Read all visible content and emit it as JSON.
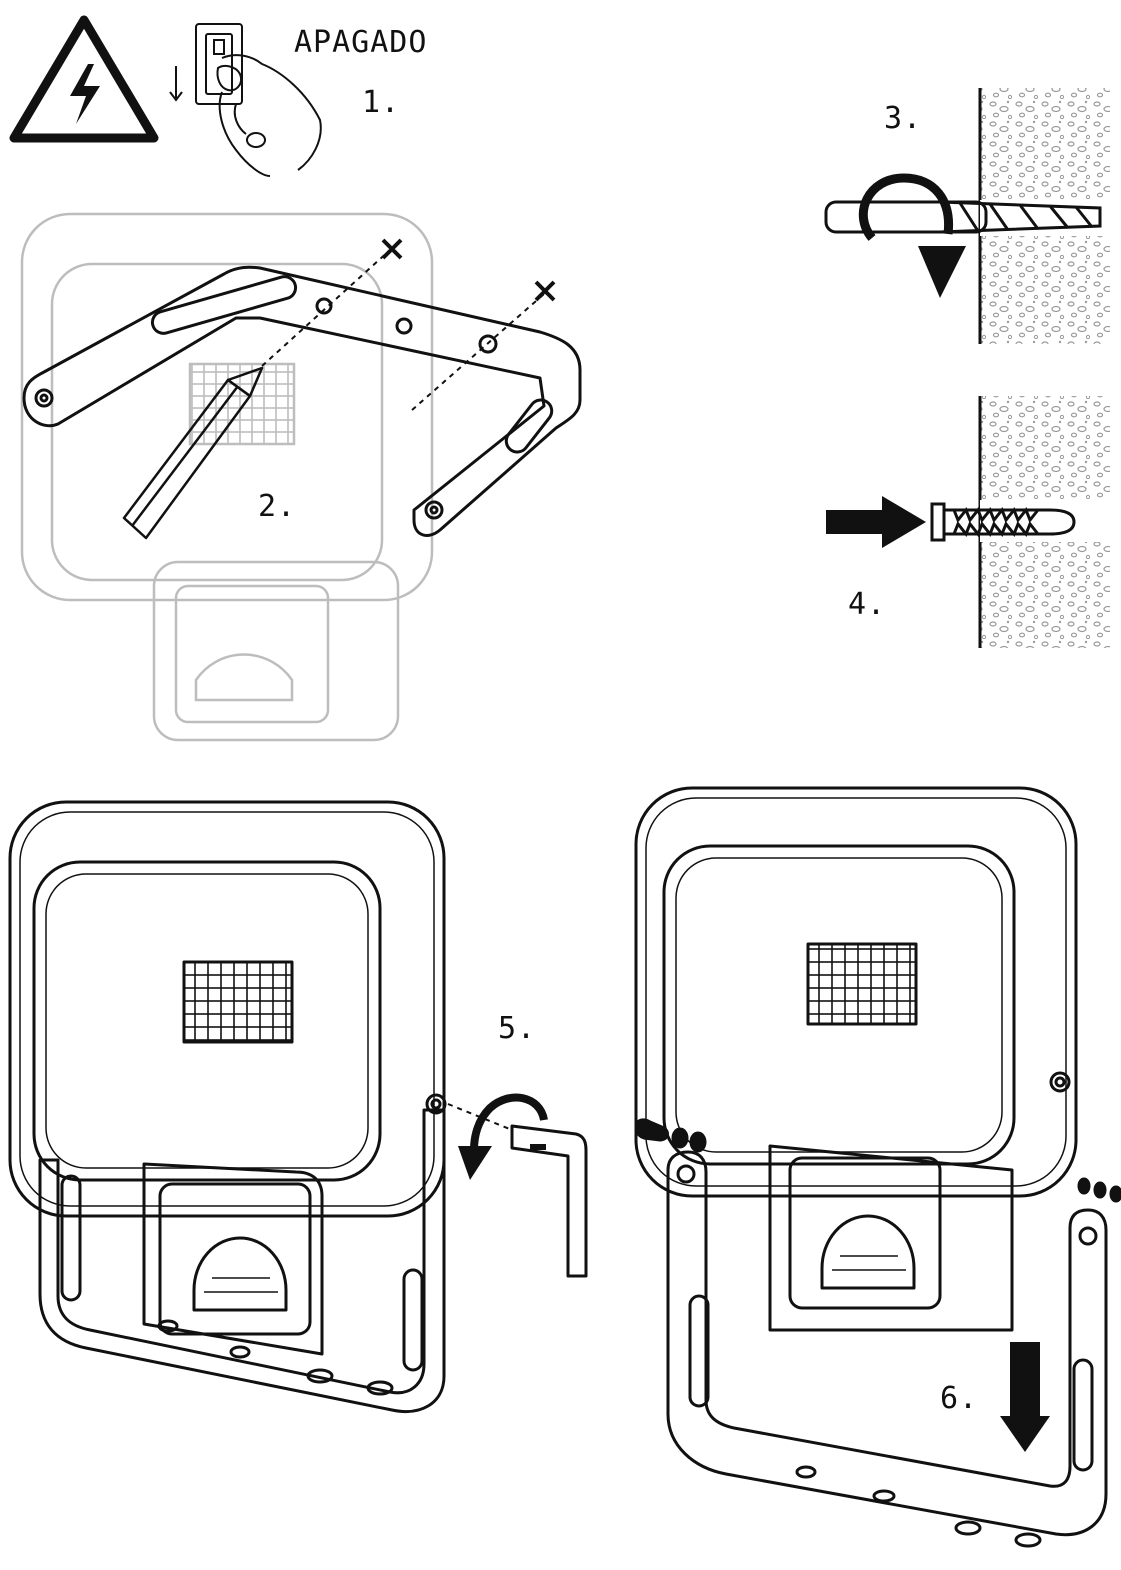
{
  "labels": {
    "off": "APAGADO",
    "step1": "1.",
    "step2": "2.",
    "step3": "3.",
    "step4": "4.",
    "step5": "5.",
    "step6": "6."
  },
  "colors": {
    "ink": "#111111",
    "faded": "#bdbdbd",
    "wall_dots": "#9a9a9a"
  },
  "icons": {
    "warning": "high-voltage-warning-icon",
    "switch": "power-switch-off-icon"
  }
}
